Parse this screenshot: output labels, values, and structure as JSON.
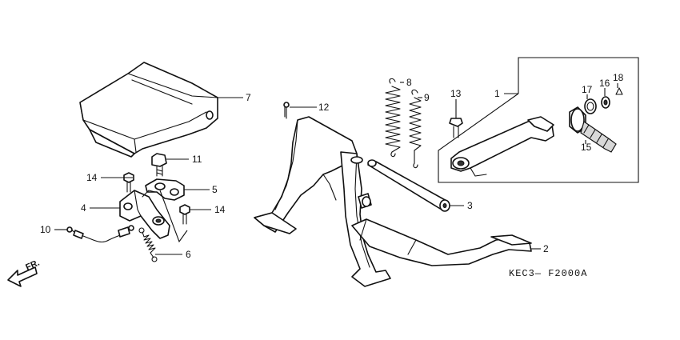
{
  "diagram_code": "KEC3— F2000A",
  "direction_label": "FR.",
  "callouts": {
    "c1": "1",
    "c2": "2",
    "c3": "3",
    "c4": "4",
    "c5": "5",
    "c6": "6",
    "c7": "7",
    "c8": "8",
    "c9": "9",
    "c10": "10",
    "c11": "11",
    "c12": "12",
    "c13": "13",
    "c14a": "14",
    "c14b": "14",
    "c15": "15",
    "c16": "16",
    "c17": "17",
    "c18": "18"
  }
}
